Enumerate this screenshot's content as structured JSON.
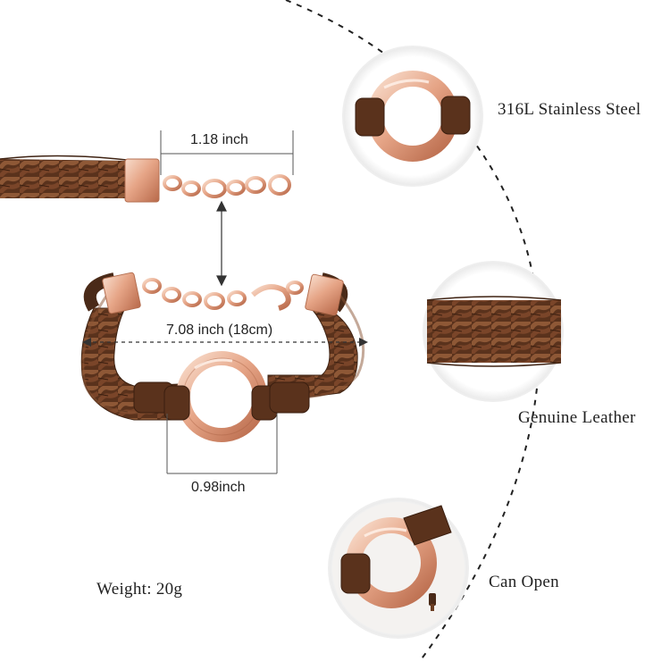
{
  "dimensions": {
    "extension_length": "1.18 inch",
    "bracelet_length": "7.08 inch (18cm)",
    "ring_diameter": "0.98inch"
  },
  "weight": "Weight: 20g",
  "features": [
    {
      "label": "316L Stainless Steel"
    },
    {
      "label": "Genuine Leather"
    },
    {
      "label": "Can Open"
    }
  ],
  "colors": {
    "leather_dark": "#4a2a18",
    "leather_mid": "#6b3d22",
    "leather_light": "#8a5433",
    "rose_gold": "#e8a98a",
    "rose_gold_dark": "#c47c5c",
    "rose_gold_light": "#f6d3c0",
    "guide_line": "#333333",
    "dashed_arc": "#222222"
  }
}
